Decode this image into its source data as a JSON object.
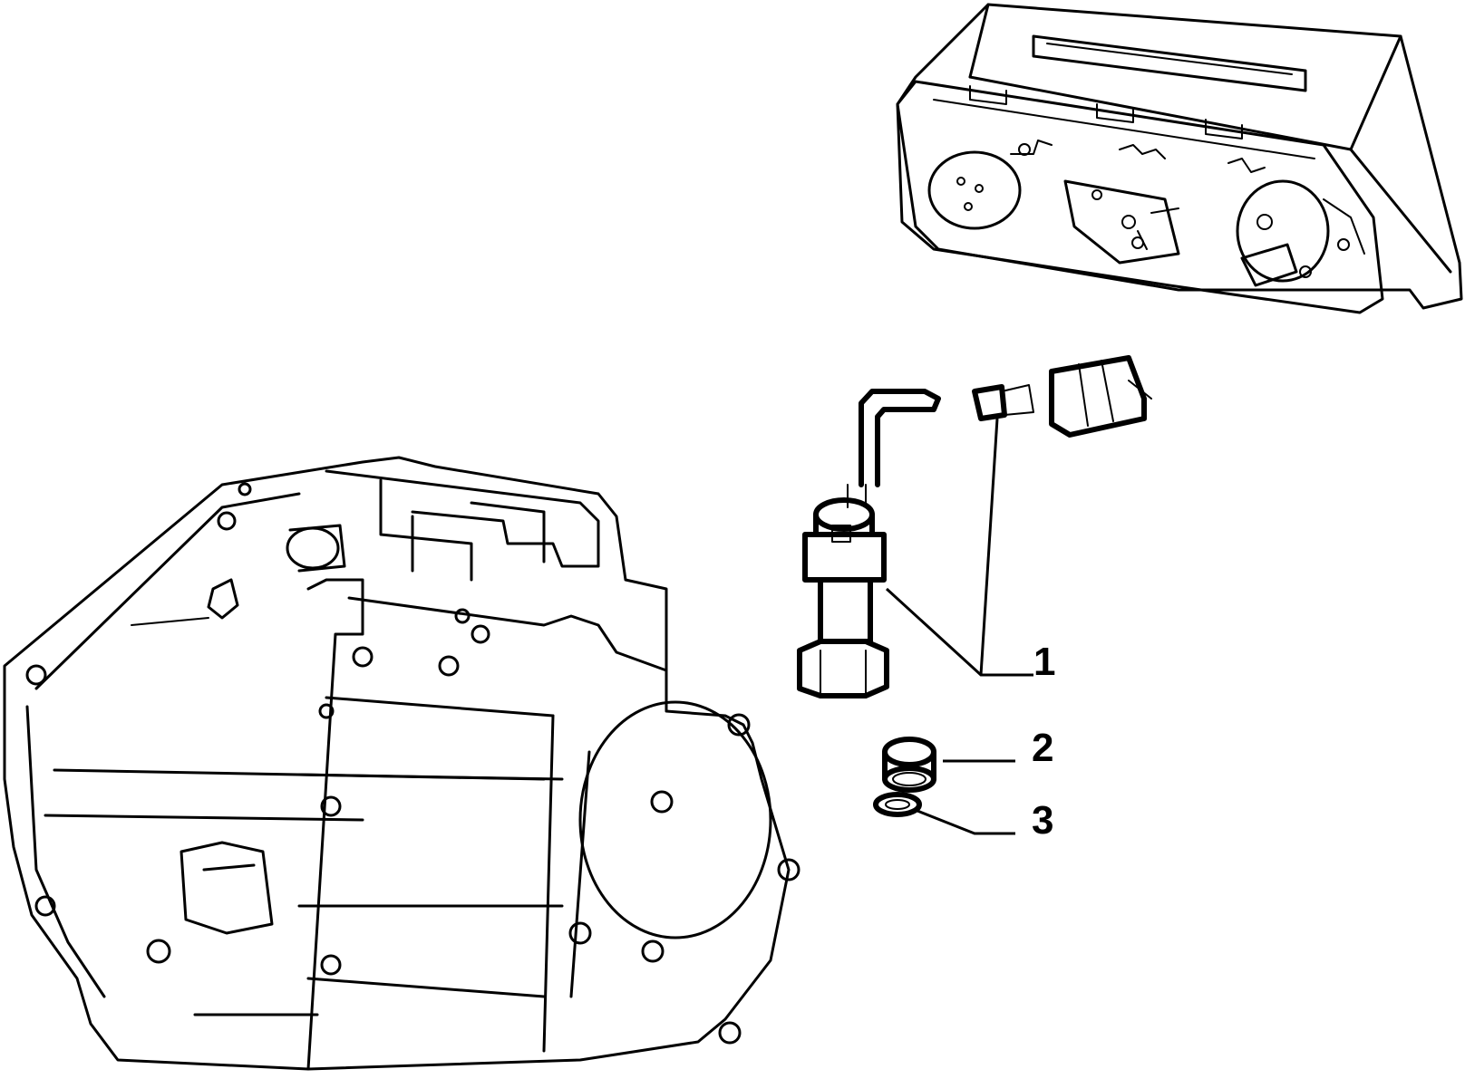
{
  "diagram": {
    "callouts": [
      {
        "id": "part-1",
        "label": "1"
      },
      {
        "id": "part-2",
        "label": "2"
      },
      {
        "id": "part-3",
        "label": "3"
      }
    ],
    "parts": [
      "instrument-cluster",
      "gearbox-housing",
      "speed-sensor-with-cable",
      "connector-plug",
      "threaded-bush",
      "sealing-washer"
    ]
  }
}
